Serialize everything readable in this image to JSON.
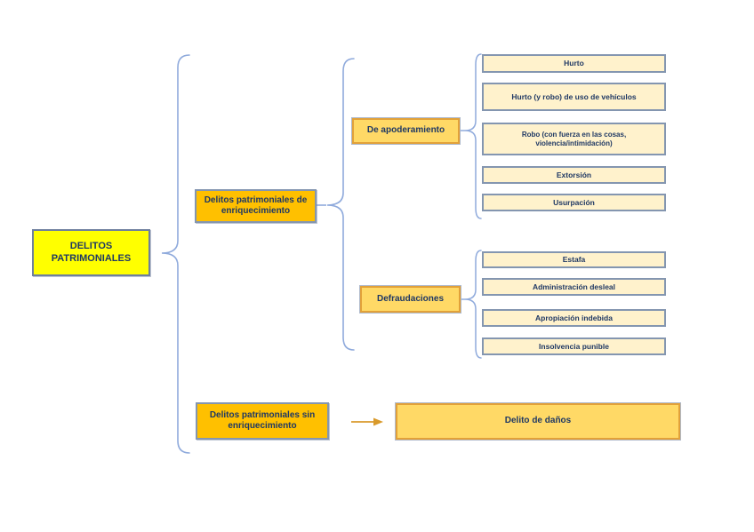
{
  "diagram": {
    "root": {
      "label": "DELITOS PATRIMONIALES"
    },
    "enriquecimiento": {
      "label": "Delitos patrimoniales de enriquecimiento",
      "apoderamiento": {
        "label": "De apoderamiento",
        "items": [
          "Hurto",
          "Hurto (y robo) de uso de vehículos",
          "Robo (con fuerza en las cosas, violencia/intimidación)",
          "Extorsión",
          "Usurpación"
        ]
      },
      "defraudaciones": {
        "label": "Defraudaciones",
        "items": [
          "Estafa",
          "Administración desleal",
          "Apropiación indebida",
          "Insolvencia punible"
        ]
      }
    },
    "sin_enriquecimiento": {
      "label": "Delitos patrimoniales sin enriquecimiento",
      "item": "Delito de daños"
    }
  },
  "colors": {
    "root_fill": "#FFFF00",
    "branch_fill": "#FFC000",
    "subbranch_fill": "#FFD966",
    "leaf_fill": "#FFF2CC",
    "leaf_border": "#8496B0",
    "subbranch_border": "#E2A139",
    "brace": "#8FAADC",
    "arrow": "#D99A2B",
    "text": "#1F3864"
  }
}
